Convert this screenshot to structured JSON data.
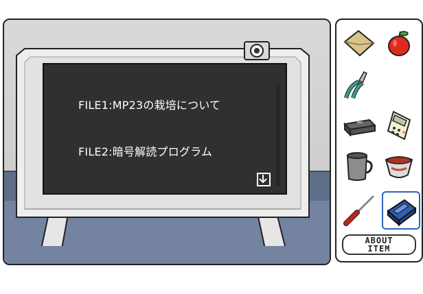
{
  "screen": {
    "files": [
      {
        "label": "FILE1:MP23の栽培について"
      },
      {
        "label": "FILE2:暗号解読プログラム"
      }
    ],
    "scroll_icon": "down-arrow-icon"
  },
  "inventory": {
    "items": [
      {
        "icon": "envelope-icon"
      },
      {
        "icon": "apple-icon"
      },
      {
        "icon": "pliers-icon"
      },
      {
        "icon": "blank-slot"
      },
      {
        "icon": "briefcase-icon"
      },
      {
        "icon": "calculator-icon"
      },
      {
        "icon": "mug-icon"
      },
      {
        "icon": "bowl-icon"
      },
      {
        "icon": "screwdriver-icon"
      },
      {
        "icon": "device-icon"
      }
    ],
    "selected_index": 9,
    "about_button": {
      "line1": "ABOUT",
      "line2": "ITEM"
    }
  },
  "colors": {
    "floor": "#5f6f8a",
    "screen": "#303030",
    "selection": "#2b62b8"
  }
}
